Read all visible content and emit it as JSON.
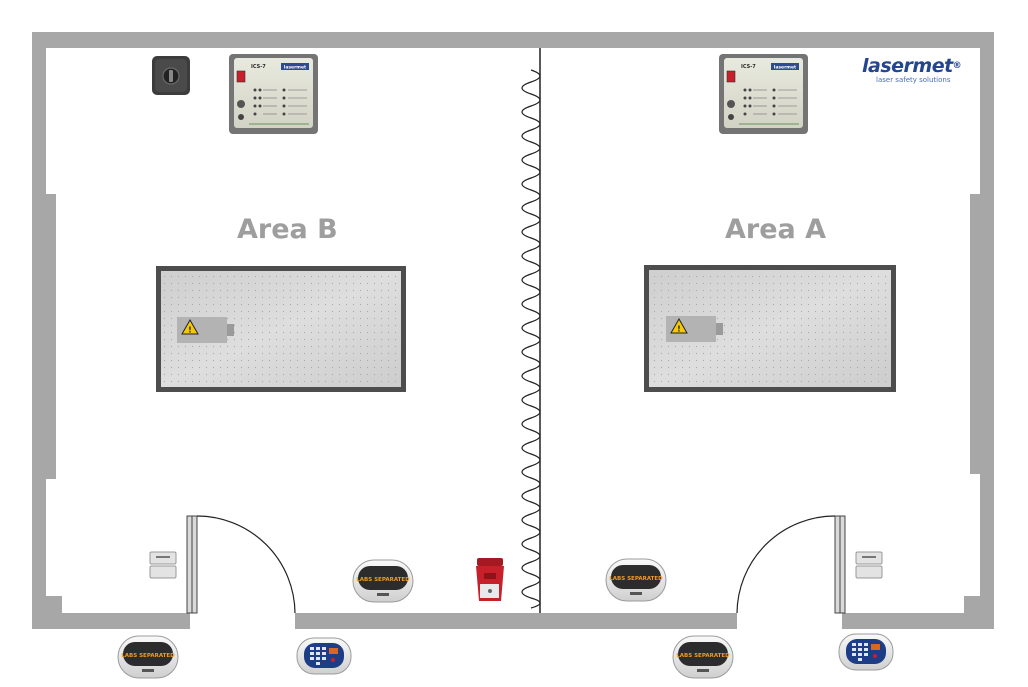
{
  "areas": {
    "left": "Area B",
    "right": "Area A"
  },
  "logo": {
    "brand": "lasermet",
    "tagline": "laser safety solutions"
  },
  "controller": {
    "model": "ICS-7",
    "brand": "lasermet"
  },
  "warning_sign": {
    "text": "LABS SEPARATED"
  },
  "colors": {
    "wall": "#a7a7a7",
    "table_frame": "#4d4d4d",
    "table_surface": "#d5d5d5",
    "warning_badge_bg": "#2c2c2c",
    "warning_badge_text": "#f39a1c",
    "interlock_red": "#c8202a",
    "keypad_blue": "#1d3e86",
    "logo_blue": "#24458f"
  },
  "icons": [
    "laser-warning-icon",
    "key-switch-icon",
    "keypad-icon",
    "door-interlock-icon",
    "emergency-stop-icon"
  ]
}
